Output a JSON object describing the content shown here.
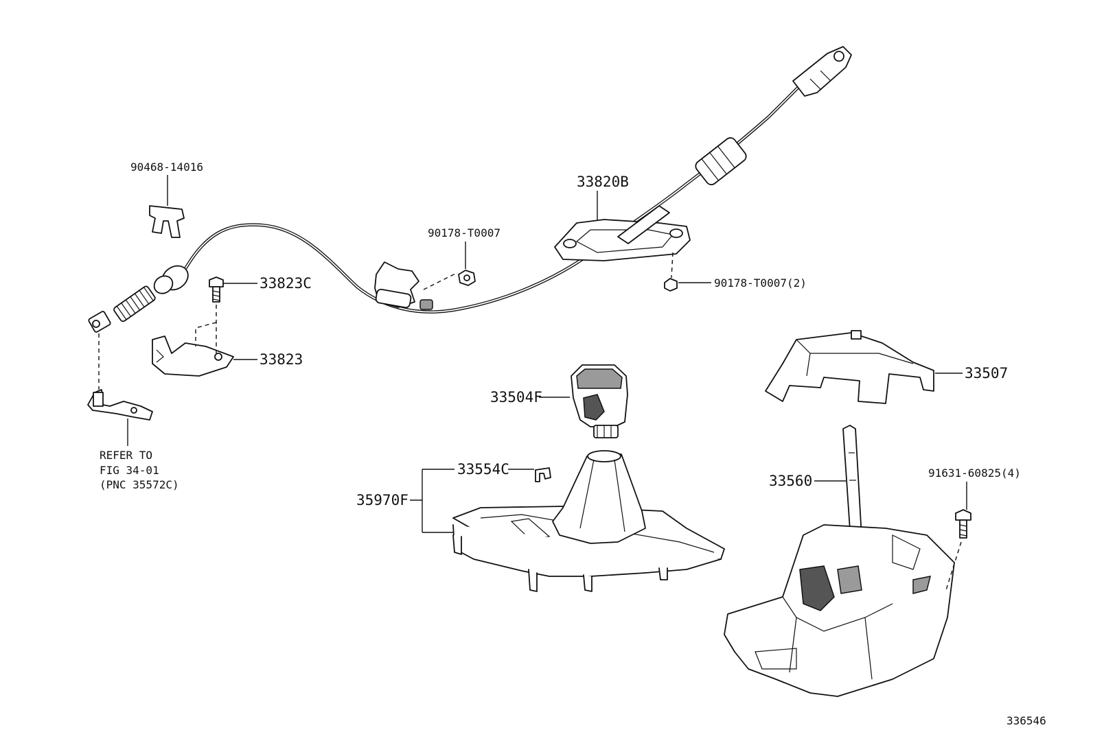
{
  "labels": {
    "p90468": "90468-14016",
    "p33823C": "33823C",
    "p33823": "33823",
    "p90178a": "90178-T0007",
    "p33820B": "33820B",
    "p90178b": "90178-T0007(2)",
    "p33507": "33507",
    "p33504F": "33504F",
    "p33554C": "33554C",
    "p35970F": "35970F",
    "p33560": "33560",
    "p91631": "91631-60825(4)",
    "refer_line1": "REFER TO",
    "refer_line2": "FIG 34-01",
    "refer_line3": "(PNC 35572C)",
    "figure_number": "336546"
  }
}
